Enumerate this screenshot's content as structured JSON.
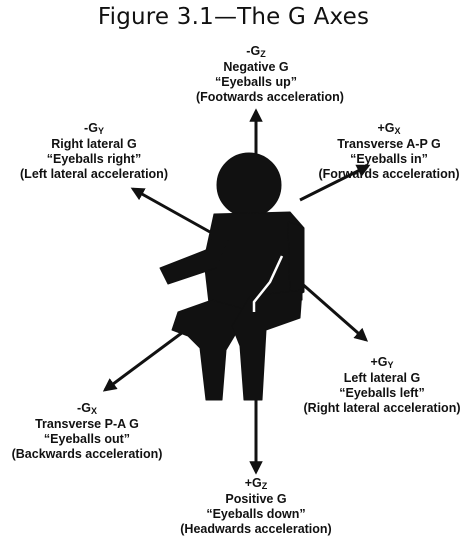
{
  "title": "Figure 3.1—The G Axes",
  "axes": {
    "neg_gz": {
      "sign": "-G",
      "sub": "Z",
      "name": "Negative G",
      "quote": "“Eyeballs up”",
      "accel": "(Footwards acceleration)"
    },
    "pos_gx": {
      "sign": "+G",
      "sub": "X",
      "name": "Transverse A-P G",
      "quote": "“Eyeballs in”",
      "accel": "(Forwards acceleration)"
    },
    "neg_gy": {
      "sign": "-G",
      "sub": "Y",
      "name": "Right lateral G",
      "quote": "“Eyeballs right”",
      "accel": "(Left lateral acceleration)"
    },
    "pos_gy": {
      "sign": "+G",
      "sub": "Y",
      "name": "Left lateral G",
      "quote": "“Eyeballs left”",
      "accel": "(Right lateral acceleration)"
    },
    "neg_gx": {
      "sign": "-G",
      "sub": "X",
      "name": "Transverse P-A G",
      "quote": "“Eyeballs out”",
      "accel": "(Backwards acceleration)"
    },
    "pos_gz": {
      "sign": "+G",
      "sub": "Z",
      "name": "Positive G",
      "quote": "“Eyeballs down”",
      "accel": "(Headwards acceleration)"
    }
  }
}
